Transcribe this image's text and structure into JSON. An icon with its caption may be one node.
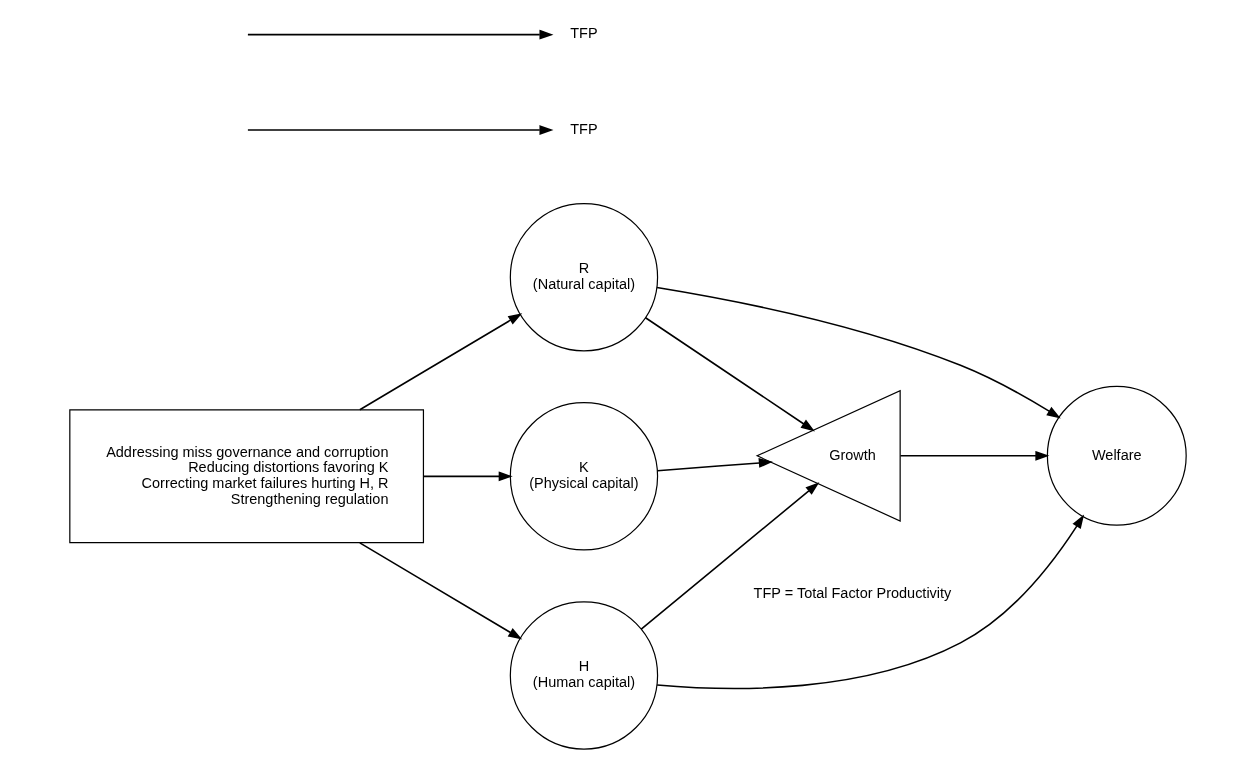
{
  "diagram": {
    "nodes": [
      {
        "text": [
          "Addressing miss governance and corruption",
          "Reducing distortions favoring K",
          "Correcting market failures hurting H, R",
          "Strengthening regulation"
        ]
      },
      {
        "text": [
          "H",
          "(Human capital)"
        ]
      },
      {
        "text": [
          "K",
          "(Physical capital)"
        ]
      },
      {
        "text": [
          "R",
          "(Natural capital)"
        ]
      },
      {
        "text": [
          "Growth"
        ]
      },
      {
        "text": [
          "Welfare"
        ]
      },
      {
        "text": [
          "TFP"
        ]
      },
      {
        "text": [
          "TFP"
        ]
      }
    ],
    "edges": [
      {
        "from": 0,
        "to": 1,
        "arrow": "to"
      },
      {
        "from": 0,
        "to": 2,
        "arrow": "to"
      },
      {
        "from": 0,
        "to": 3,
        "arrow": "to"
      },
      {
        "from": null,
        "to": 6,
        "arrow": "to"
      },
      {
        "from": null,
        "to": 7,
        "arrow": "to"
      },
      {
        "from": 1,
        "to": 4,
        "arrow": "to"
      },
      {
        "from": 2,
        "to": 4,
        "arrow": "to"
      },
      {
        "from": 3,
        "to": 4,
        "arrow": "to"
      },
      {
        "from": 4,
        "to": 5,
        "arrow": "to"
      },
      {
        "from": 1,
        "to": 5,
        "arrow": "to"
      },
      {
        "from": 3,
        "to": 5,
        "arrow": "to"
      }
    ],
    "labels": [
      "TFP = Total Factor Productivity"
    ]
  }
}
